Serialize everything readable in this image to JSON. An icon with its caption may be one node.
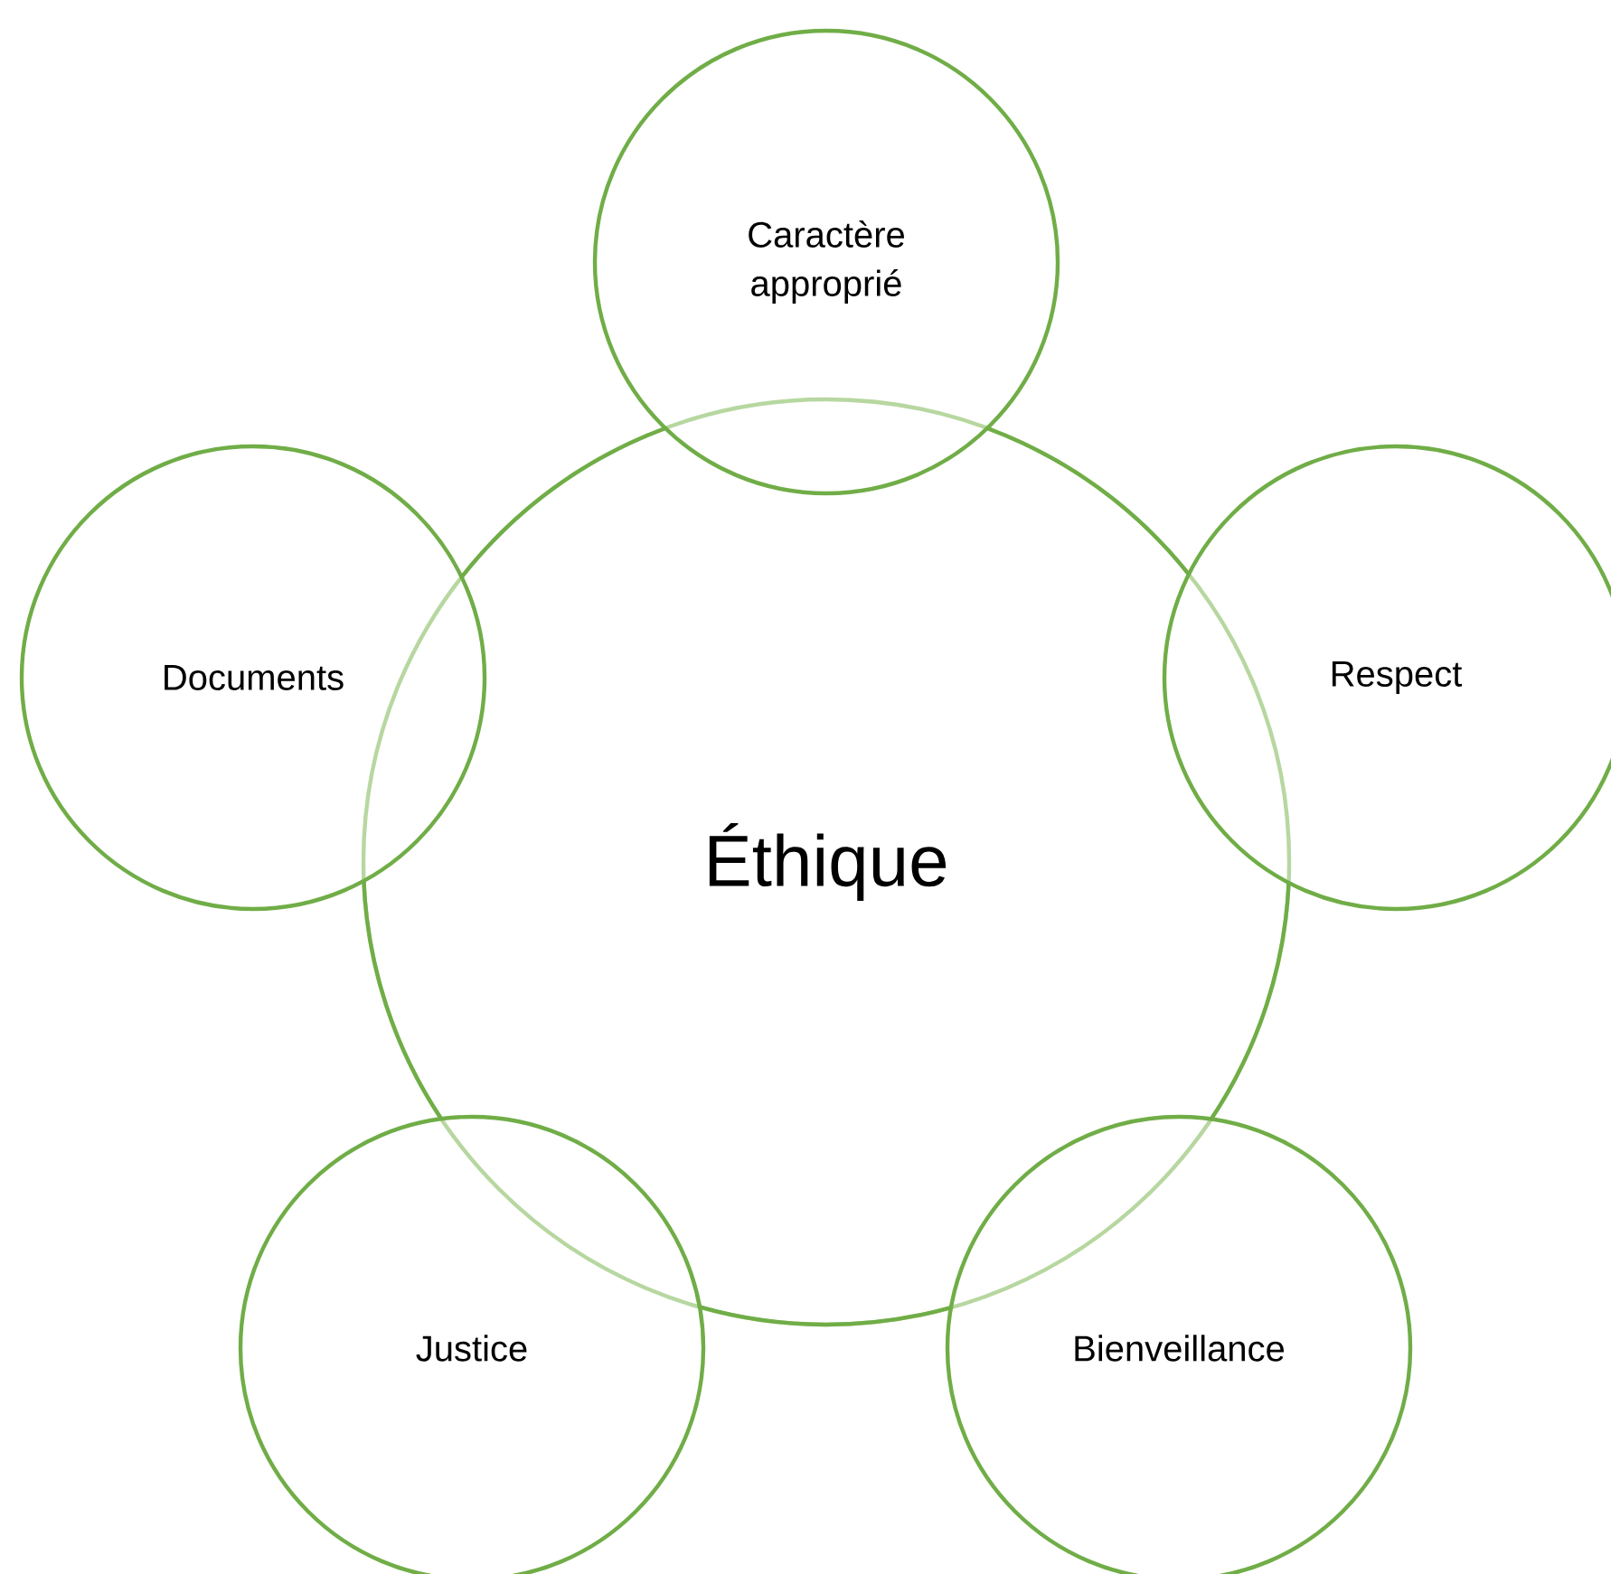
{
  "diagram": {
    "nodes": [
      {
        "text": [
          "Éthique"
        ]
      },
      {
        "text": [
          "Caractère approprié"
        ]
      },
      {
        "text": [
          "Documents"
        ]
      },
      {
        "text": [
          "Respect"
        ]
      },
      {
        "text": [
          "Justice"
        ]
      },
      {
        "text": [
          "Bienveillance"
        ]
      }
    ]
  }
}
